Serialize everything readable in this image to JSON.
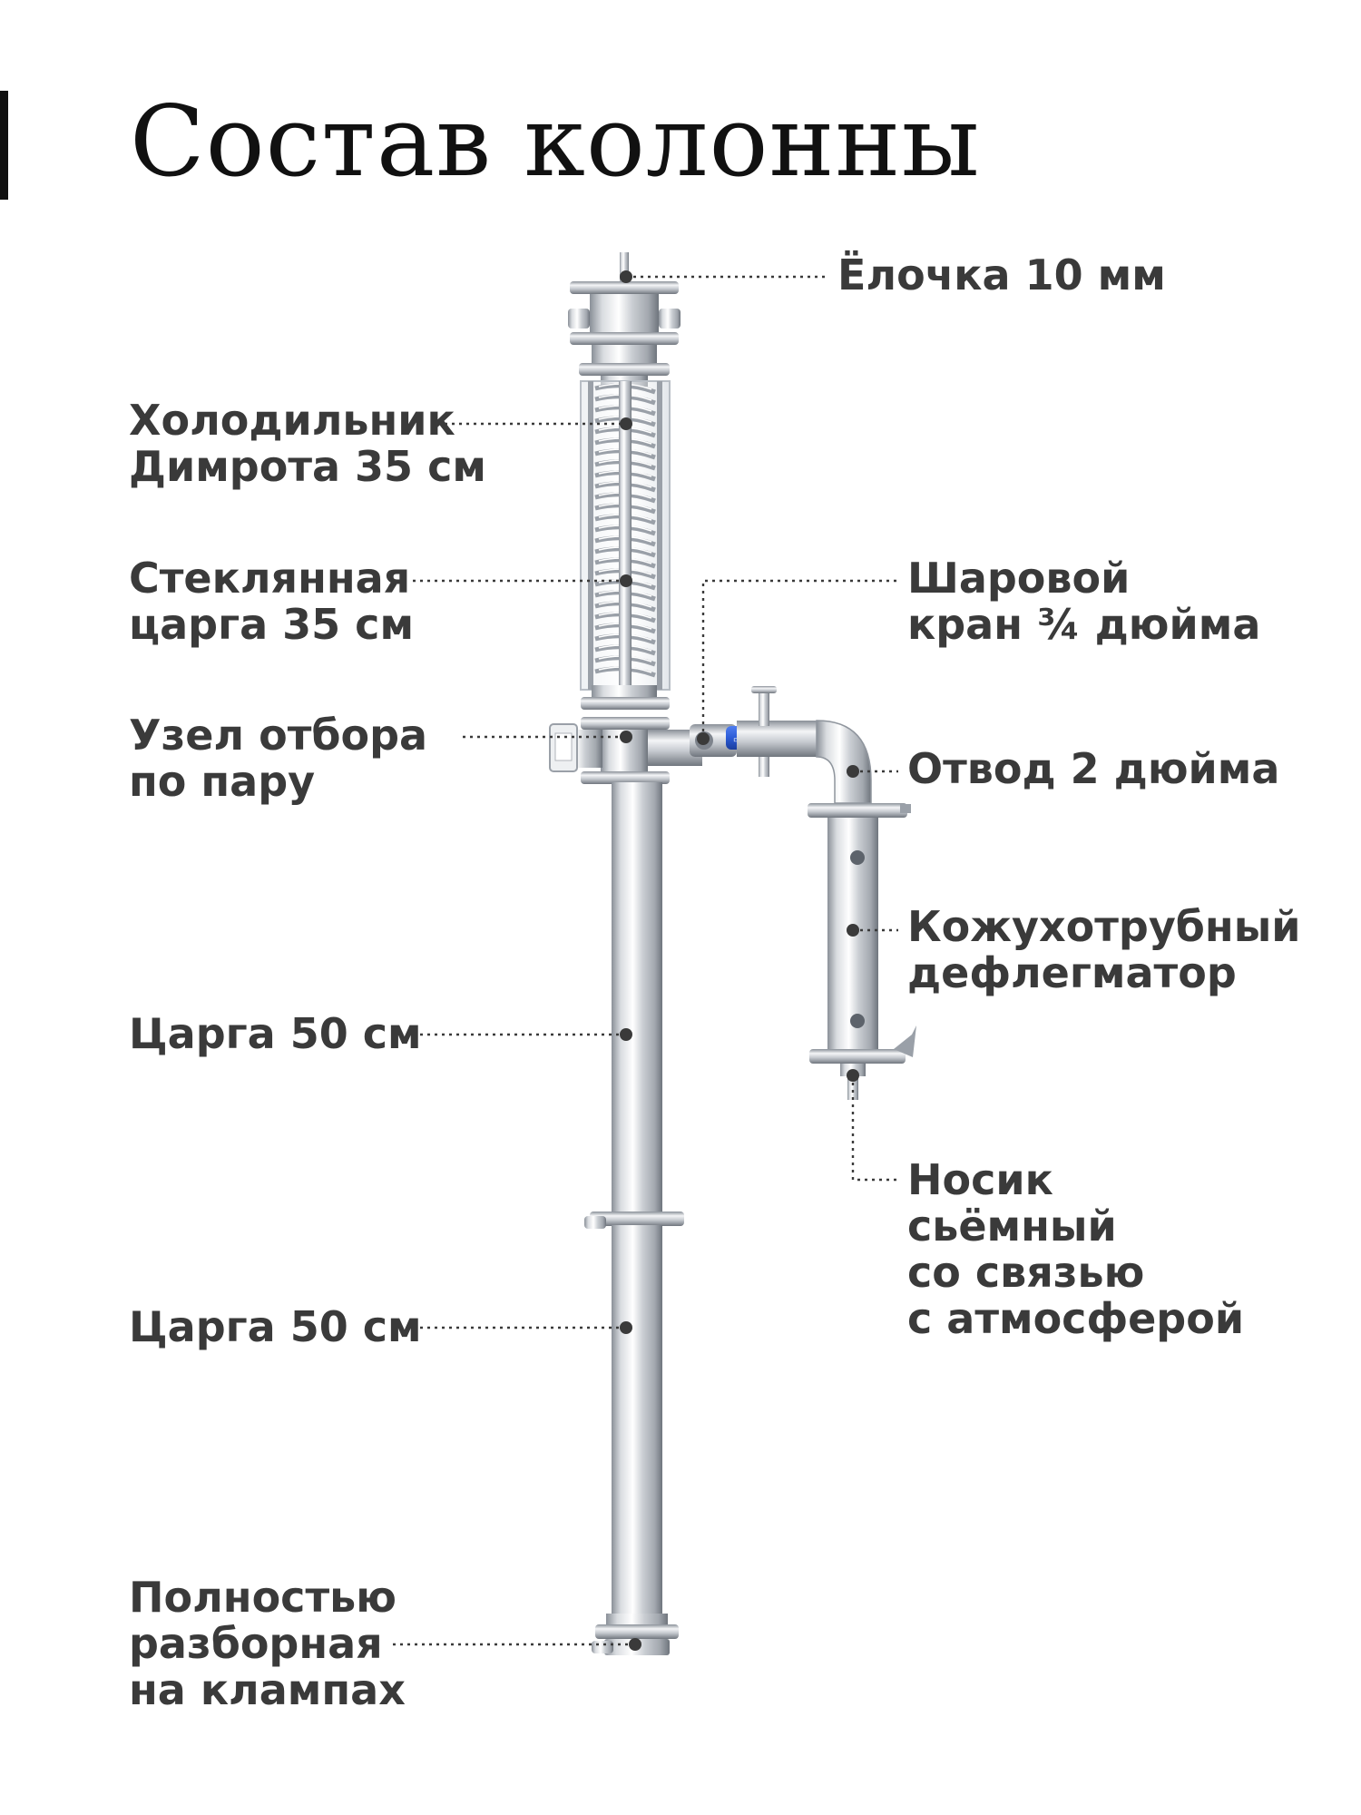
{
  "title": "Состав колонны",
  "colors": {
    "accent": "#111111",
    "text": "#3a3a3a",
    "leader": "#3a3a3a",
    "steel_light": "#f2f3f5",
    "steel_mid": "#c4c8ce",
    "steel_dark": "#7d838c",
    "valve_blue": "#2c5bd6"
  },
  "labels": {
    "yolochka": [
      "Ёлочка 10 мм"
    ],
    "cooler": [
      "Холодильник",
      "Димрота 35 см"
    ],
    "glass": [
      "Стеклянная",
      "царга 35 см"
    ],
    "steam": [
      "Узел отбора",
      "по пару"
    ],
    "tsarga1": [
      "Царга 50 см"
    ],
    "tsarga2": [
      "Царга 50 см"
    ],
    "clamps": [
      "Полностью",
      "разборная",
      "на клампах"
    ],
    "ball_valve": [
      "Шаровой",
      "кран ¾ дюйма"
    ],
    "elbow": [
      "Отвод 2 дюйма"
    ],
    "dephlegmator": [
      "Кожухотрубный",
      "дефлегматор"
    ],
    "spout": [
      "Носик",
      "сьёмный",
      "со связью",
      "с атмосферой"
    ]
  },
  "icons": {
    "valve_sticker": "ball-valve-logo-icon",
    "thermometer": "thermometer-icon"
  }
}
